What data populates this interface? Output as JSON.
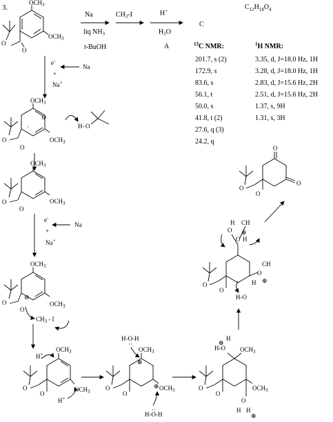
{
  "problem_number": "3.",
  "formula": "C12H18O4",
  "reagents_step1": {
    "line1": "Na",
    "line2": "liq NH3",
    "line3": "t-BuOH",
    "line4": "CH3-I",
    "line5": "H+",
    "line6": "H2O",
    "intermediate_label": "A",
    "product_label": "C"
  },
  "nmr_c13": {
    "title": "13C NMR:",
    "peaks": [
      "201.7, s (2)",
      "172.9, s",
      "83.6, s",
      "56.1, t",
      "50.0, s",
      "41.8, t (2)",
      "27.6, q (3)",
      "24.2, q"
    ]
  },
  "nmr_h1": {
    "title": "1H NMR:",
    "peaks": [
      "3.35, d, J=18.0 Hz, 1H",
      "3.28, d, J=18.0 Hz, 1H",
      "2.83, d, J=15.6 Hz, 2H",
      "2.51, d, J=15.6 Hz, 2H",
      "1.37, s, 9H",
      "1.31, s, 3H"
    ]
  },
  "mechanism_labels": {
    "e_minus": "e-",
    "na": "Na",
    "na_plus": "Na+",
    "plus": "+",
    "och3": "OCH3",
    "h": "H",
    "o": "O",
    "h_plus": "H+",
    "ch3_i": "CH3 - I",
    "charge_plus": "⊕",
    "charge_minus": "⊖",
    "ch3": "CH3"
  }
}
